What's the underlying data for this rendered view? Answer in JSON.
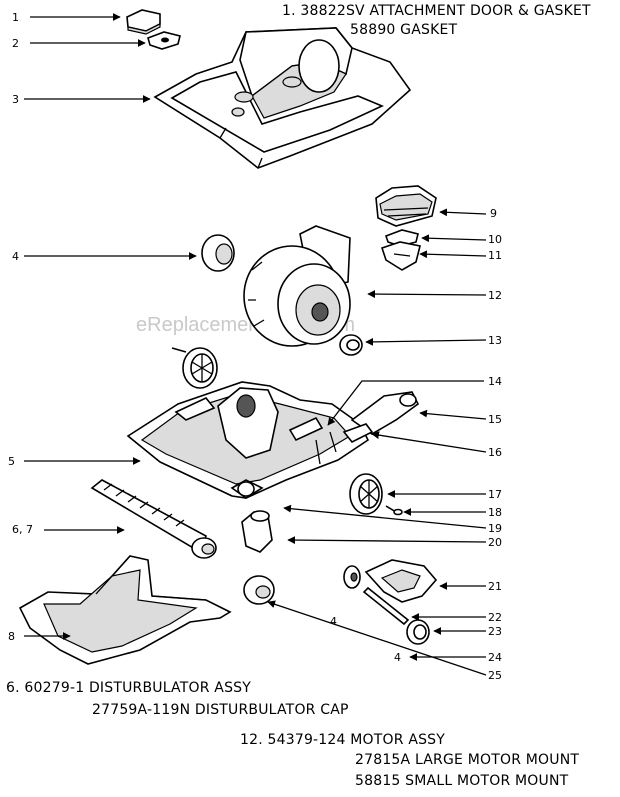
{
  "watermark": "eReplacementParts.com",
  "callouts": {
    "c1": "1",
    "c2": "2",
    "c3": "3",
    "c4a": "4",
    "c4b": "4",
    "c4c": "4",
    "c5": "5",
    "c67": "6, 7",
    "c8": "8",
    "c9": "9",
    "c10": "10",
    "c11": "11",
    "c12": "12",
    "c13": "13",
    "c14": "14",
    "c15": "15",
    "c16": "16",
    "c17": "17",
    "c18": "18",
    "c19": "19",
    "c20": "20",
    "c21": "21",
    "c22": "22",
    "c23": "23",
    "c24": "24",
    "c25": "25"
  },
  "notes": {
    "n1a": "1. 38822SV ATTACHMENT DOOR & GASKET",
    "n1b": "58890 GASKET",
    "n6a": "6. 60279-1 DISTURBULATOR ASSY",
    "n6b": "27759A-119N DISTURBULATOR CAP",
    "n12a": "12. 54379-124 MOTOR ASSY",
    "n12b": "27815A LARGE MOTOR MOUNT",
    "n12c": "58815 SMALL MOTOR MOUNT"
  }
}
